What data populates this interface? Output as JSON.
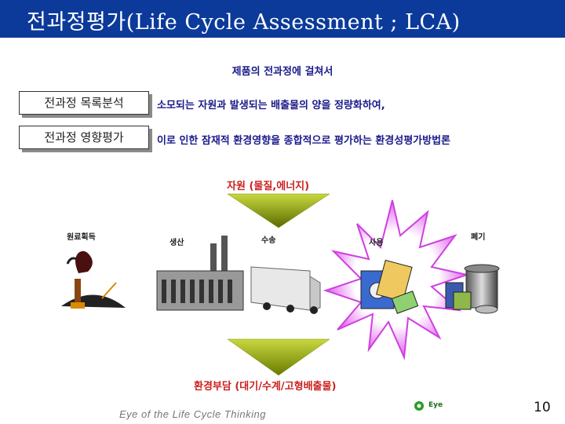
{
  "title": "전과정평가(Life Cycle Assessment ; LCA)",
  "subtitle": "제품의 전과정에 걸쳐서",
  "rows": [
    {
      "box": "전과정 목록분석",
      "desc": "소모되는 자원과 발생되는 배출물의 양을 정량화하여,"
    },
    {
      "box": "전과정 영향평가",
      "desc": "이로 인한 잠재적 환경영향을 종합적으로 평가하는 환경성평가방법론"
    }
  ],
  "input_label": "자원 (물질,에너지)",
  "stages": [
    "원료획득",
    "생산",
    "수송",
    "사용",
    "폐기"
  ],
  "output_label": "환경부담 (대기/수계/고형배출물)",
  "footer": "Eye of the Life Cycle Thinking",
  "logo_text": "Eye",
  "page_number": "10",
  "colors": {
    "title_bar": "#0b3a9a",
    "text_blue": "#1a1a8a",
    "text_red": "#cc1f1f",
    "arrow": "#8a9a10"
  }
}
